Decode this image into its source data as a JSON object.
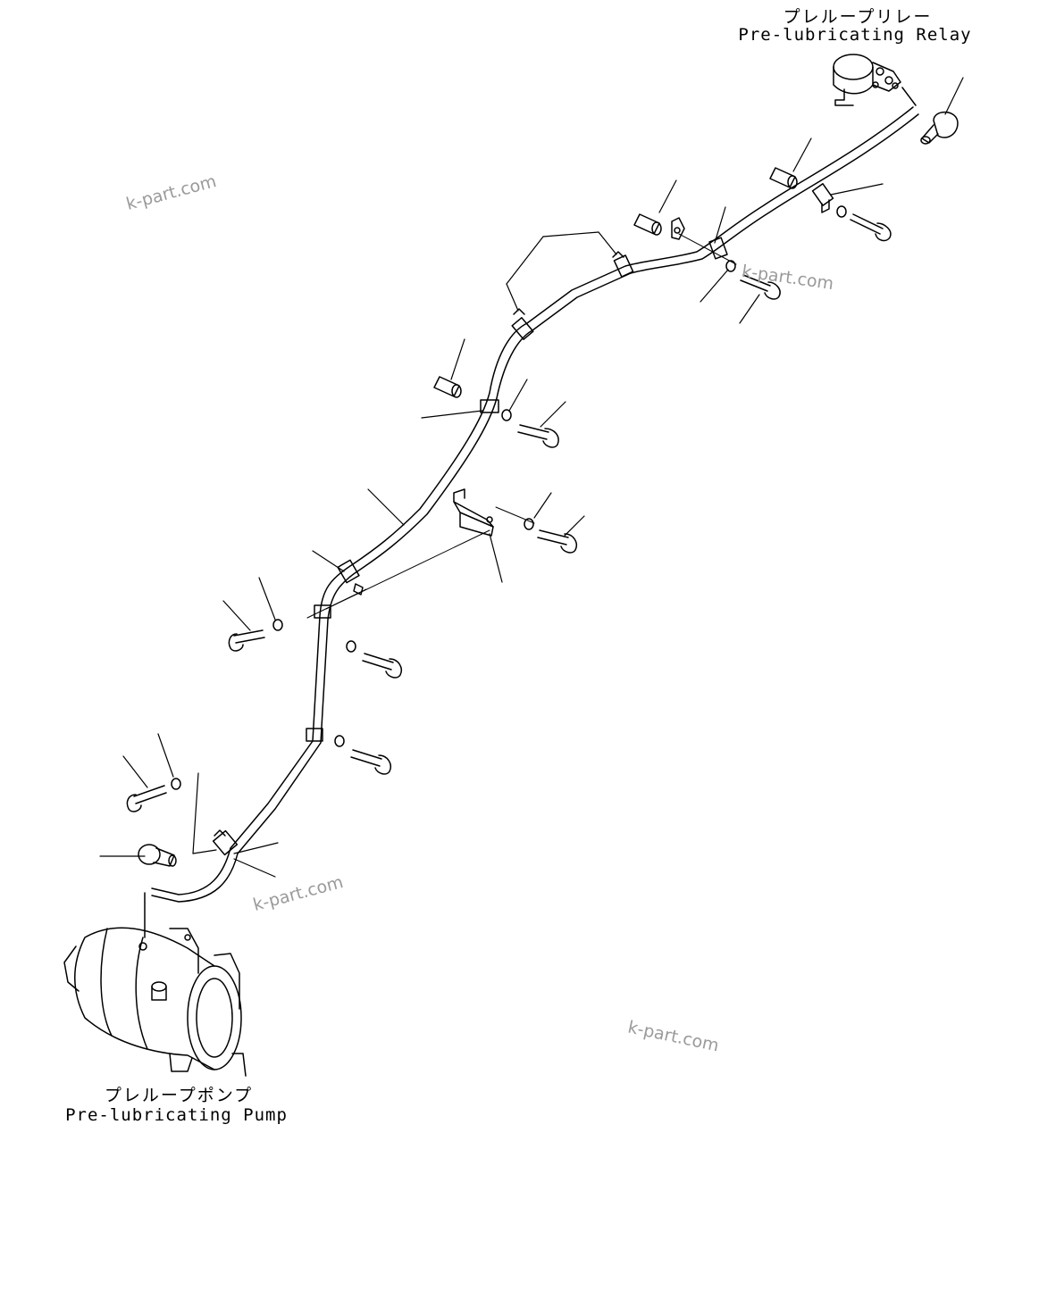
{
  "labels": {
    "relay_ja": "プレループリレー",
    "relay_en": "Pre-lubricating Relay",
    "pump_ja": "プレループポンプ",
    "pump_en": "Pre-lubricating Pump"
  },
  "watermarks": [
    "k-part.com",
    "k-part.com",
    "k-part.com",
    "k-part.com"
  ],
  "colors": {
    "line": "#000000",
    "watermark": "#9a9a9a",
    "background": "#ffffff"
  }
}
